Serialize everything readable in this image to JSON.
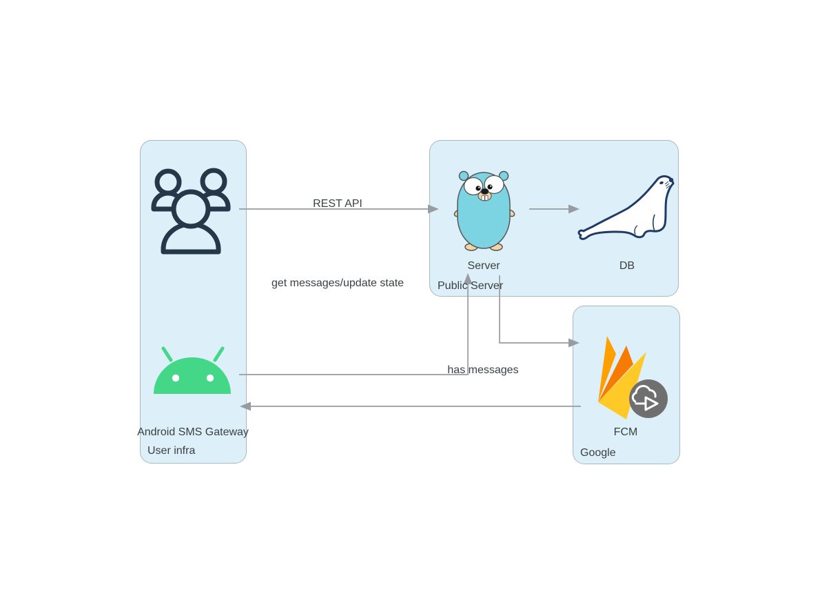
{
  "diagram": {
    "groups": [
      {
        "id": "user-infra",
        "label": "User infra"
      },
      {
        "id": "public-server",
        "label": "Public Server"
      },
      {
        "id": "google",
        "label": "Google"
      }
    ],
    "nodes": [
      {
        "id": "users",
        "icon": "users-icon",
        "label": ""
      },
      {
        "id": "android-sms-gateway",
        "icon": "android-icon",
        "label": "Android SMS Gateway"
      },
      {
        "id": "server",
        "icon": "go-gopher-icon",
        "label": "Server"
      },
      {
        "id": "db",
        "icon": "mariadb-seal-icon",
        "label": "DB"
      },
      {
        "id": "fcm",
        "icon": "firebase-cloud-messaging-icon",
        "label": "FCM"
      }
    ],
    "edges": [
      {
        "id": "users-to-server",
        "label": "REST API"
      },
      {
        "id": "android-to-server",
        "label": "get messages/update state"
      },
      {
        "id": "fcm-to-android",
        "label": "has messages"
      },
      {
        "id": "server-to-db",
        "label": ""
      },
      {
        "id": "server-to-fcm",
        "label": ""
      }
    ],
    "colors": {
      "background": "#FFFFFF",
      "box_fill": "#DDEFF9",
      "box_border": "#A9B7BF",
      "edge": "#979CA2",
      "text": "#3C4043",
      "users_navy": "#24384A",
      "android_green": "#43D787",
      "gopher_teal": "#7CD3E1",
      "gopher_tan": "#F4D3A4",
      "mariadb_navy": "#1E3B66",
      "firebase_yellow": "#FFCA28",
      "firebase_orange": "#FFA000",
      "firebase_deep_orange": "#F57C00",
      "fcm_circle_gray": "#6F6F6F"
    }
  }
}
